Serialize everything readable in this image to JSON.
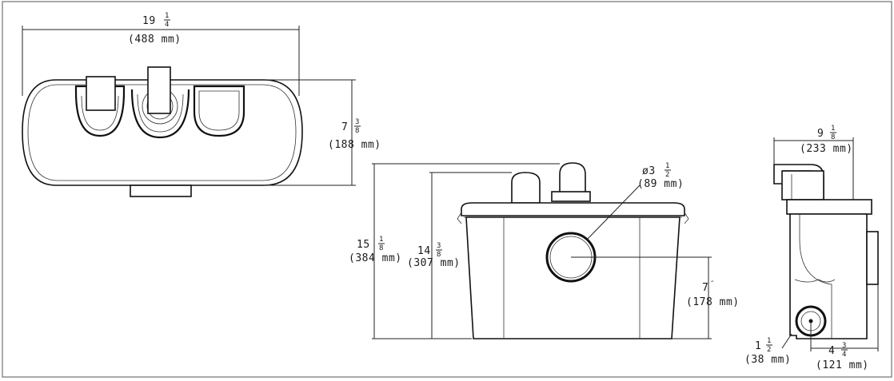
{
  "dimensions": {
    "top_width": {
      "whole": "19",
      "num": "1",
      "den": "4",
      "mm": "(488 mm)"
    },
    "top_depth": {
      "whole": "7",
      "num": "3",
      "den": "8",
      "mm": "(188 mm)"
    },
    "front_total": {
      "whole": "15",
      "num": "1",
      "den": "8",
      "mm": "(384 mm)"
    },
    "front_body": {
      "whole": "14",
      "num": "3",
      "den": "8",
      "mm": "(307 mm)"
    },
    "inlet_dia": {
      "whole": "ø3",
      "num": "1",
      "den": "2",
      "mm": "(89 mm)"
    },
    "inlet_height": {
      "whole": "7",
      "mm": "(178 mm)"
    },
    "side_depth": {
      "whole": "9",
      "num": "1",
      "den": "8",
      "mm": "(233 mm)"
    },
    "outlet_dia": {
      "whole": "1",
      "num": "1",
      "den": "2",
      "mm": "(38 mm)"
    },
    "side_base": {
      "whole": "4",
      "num": "3",
      "den": "4",
      "mm": "(121 mm)"
    }
  }
}
